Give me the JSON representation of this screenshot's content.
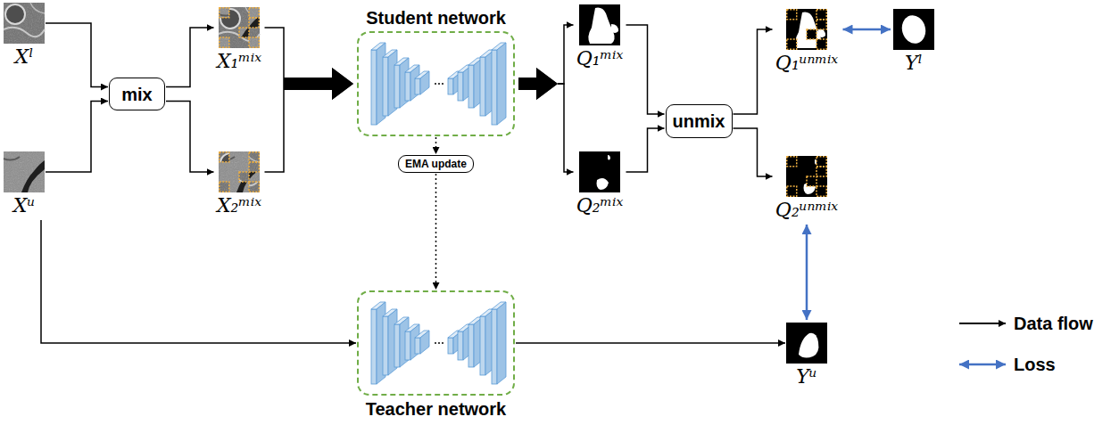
{
  "diagram": {
    "nodes": [
      {
        "text": [
          "Xˡ"
        ]
      },
      {
        "text": [
          "Xᵘ"
        ]
      },
      {
        "text": [
          "mix"
        ]
      },
      {
        "text": [
          "X₁ᵐⁱˣ"
        ]
      },
      {
        "text": [
          "X₂ᵐⁱˣ"
        ]
      },
      {
        "text": [
          "Student network"
        ]
      },
      {
        "text": [
          "EMA update"
        ]
      },
      {
        "text": [
          "Teacher network"
        ]
      },
      {
        "text": [
          "Q₁ᵐⁱˣ"
        ]
      },
      {
        "text": [
          "Q₂ᵐⁱˣ"
        ]
      },
      {
        "text": [
          "unmix"
        ]
      },
      {
        "text": [
          "Q₁ᵘⁿᵐⁱˣ"
        ]
      },
      {
        "text": [
          "Q₂ᵘⁿᵐⁱˣ"
        ]
      },
      {
        "text": [
          "Yˡ"
        ]
      },
      {
        "text": [
          "Yᵘ"
        ]
      }
    ],
    "edges": [
      {
        "from": 0,
        "to": 2,
        "arrow": "to"
      },
      {
        "from": 1,
        "to": 2,
        "arrow": "to"
      },
      {
        "from": 2,
        "to": 3,
        "arrow": "to"
      },
      {
        "from": 2,
        "to": 4,
        "arrow": "to"
      },
      {
        "from": 3,
        "to": 5,
        "arrow": "to"
      },
      {
        "from": 4,
        "to": 5,
        "arrow": "to"
      },
      {
        "from": 5,
        "to": 6,
        "arrow": "to"
      },
      {
        "from": 6,
        "to": 7,
        "arrow": "to"
      },
      {
        "from": 1,
        "to": 7,
        "arrow": "to"
      },
      {
        "from": 5,
        "to": 8,
        "arrow": "to"
      },
      {
        "from": 5,
        "to": 9,
        "arrow": "to"
      },
      {
        "from": 8,
        "to": 10,
        "arrow": "to"
      },
      {
        "from": 9,
        "to": 10,
        "arrow": "to"
      },
      {
        "from": 10,
        "to": 11,
        "arrow": "to"
      },
      {
        "from": 10,
        "to": 12,
        "arrow": "to"
      },
      {
        "from": 7,
        "to": 14,
        "arrow": "to"
      },
      {
        "from": 11,
        "to": 13,
        "arrow": "both"
      },
      {
        "from": 12,
        "to": 14,
        "arrow": "both"
      }
    ],
    "legend": [
      {
        "text": "Data flow"
      },
      {
        "text": "Loss"
      }
    ]
  }
}
